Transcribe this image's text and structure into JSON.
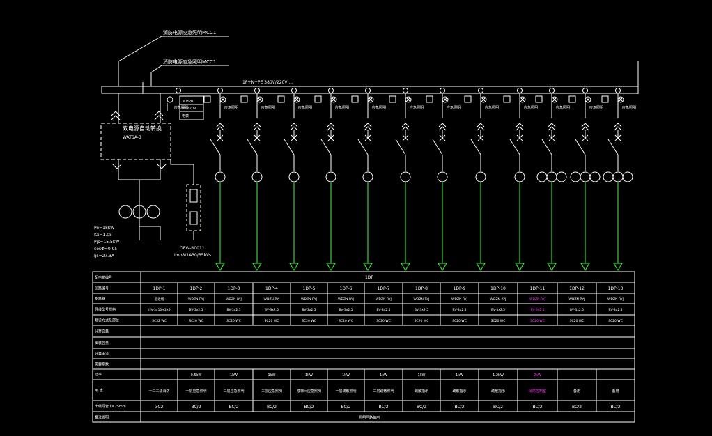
{
  "colors": {
    "background": "#000000",
    "line": "#ffffff",
    "neutral": "#33ff33",
    "highlight": "#ff33ff"
  },
  "incoming": {
    "label1": "消防电源应急照明MCC1",
    "label2": "消防电源应急照明MCC1"
  },
  "busbar": {
    "label": "1P+N+PE  380V/220V  ..."
  },
  "ats": {
    "label": "双电源自动转换",
    "model": "WATSA-B"
  },
  "meter_box": {
    "l1": "3LHP0",
    "l2": "IW.220V",
    "l3": "电表"
  },
  "load": {
    "pe": "Pe=18kW",
    "kx": "Kx=1.05",
    "pjs": "Pjs=15.5kW",
    "cos": "cosΦ=0.95",
    "ijs": "Ijs=27.3A"
  },
  "spd": {
    "model": "OPW-R0011",
    "spec": "Imp8/1A30/35kVs"
  },
  "branch_label": "应急照明",
  "table": {
    "row_headers": [
      "配电箱编号",
      "回路编号",
      "断路器",
      "导线型号规格",
      "敷设方式及部位",
      "计算容量",
      "安装容量",
      "计算电流",
      "需要系数",
      "功率",
      "用    途",
      "出线导管      L=25mm",
      "备注说明"
    ],
    "dist_id": "1DP",
    "bottom_note": "照明回路备用",
    "columns": [
      {
        "id": "1DP-1",
        "r2": "总进线",
        "r3": "YJV-3x10+2x6",
        "r4": "SC32 WC",
        "power": "",
        "use": "一二三级消防",
        "pipe": "3C2",
        "hl": false
      },
      {
        "id": "1DP-2",
        "r2": "WDZN-RYJ",
        "r3": "BV-3x2.5",
        "r4": "SC20 WC",
        "power": "0.5kW",
        "use": "一层应急照明",
        "pipe": "BC/2",
        "hl": false
      },
      {
        "id": "1DP-3",
        "r2": "WDZN-RYJ",
        "r3": "BV-3x2.5",
        "r4": "SC20 WC",
        "power": "1kW",
        "use": "二层应急照明",
        "pipe": "BC/2",
        "hl": false
      },
      {
        "id": "1DP-4",
        "r2": "WDZN-RYJ",
        "r3": "BV-3x2.5",
        "r4": "SC20 WC",
        "power": "1kW",
        "use": "三层应急照明",
        "pipe": "BC/2",
        "hl": false
      },
      {
        "id": "1DP-5",
        "r2": "WDZN-RYJ",
        "r3": "BV-3x2.5",
        "r4": "SC20 WC",
        "power": "1kW",
        "use": "楼梯间应急照明",
        "pipe": "BC/2",
        "hl": false
      },
      {
        "id": "1DP-6",
        "r2": "WDZN-RYJ",
        "r3": "BV-3x2.5",
        "r4": "SC20 WC",
        "power": "1kW",
        "use": "一层疏散照明",
        "pipe": "BC/2",
        "hl": false
      },
      {
        "id": "1DP-7",
        "r2": "WDZN-RYJ",
        "r3": "BV-3x2.5",
        "r4": "SC20 WC",
        "power": "1kW",
        "use": "二层疏散照明",
        "pipe": "BC/2",
        "hl": false
      },
      {
        "id": "1DP-8",
        "r2": "WDZN-RYJ",
        "r3": "BV-3x2.5",
        "r4": "SC20 WC",
        "power": "1kW",
        "use": "疏散指示",
        "pipe": "BC/2",
        "hl": false
      },
      {
        "id": "1DP-9",
        "r2": "WDZN-RYJ",
        "r3": "BV-3x2.5",
        "r4": "SC20 WC",
        "power": "1kW",
        "use": "疏散指示",
        "pipe": "BC/2",
        "hl": false
      },
      {
        "id": "1DP-10",
        "r2": "WDZN-RYJ",
        "r3": "BV-3x2.5",
        "r4": "SC20 WC",
        "power": "1.2kW",
        "use": "疏散指示",
        "pipe": "BC/2",
        "hl": false
      },
      {
        "id": "1DP-11",
        "r2": "WDZN-RYJ",
        "r3": "BV-3x2.5",
        "r4": "SC20 WC",
        "power": "2kW",
        "use": "消防控制室",
        "pipe": "BC/2",
        "hl": true
      },
      {
        "id": "1DP-12",
        "r2": "WDZN-RYJ",
        "r3": "BV-3x2.5",
        "r4": "SC20 WC",
        "power": "",
        "use": "备用",
        "pipe": "BC/2",
        "hl": false
      },
      {
        "id": "1DP-13",
        "r2": "WDZN-RYJ",
        "r3": "BV-3x2.5",
        "r4": "SC20 WC",
        "power": "",
        "use": "备用",
        "pipe": "BC/2",
        "hl": false
      }
    ]
  }
}
